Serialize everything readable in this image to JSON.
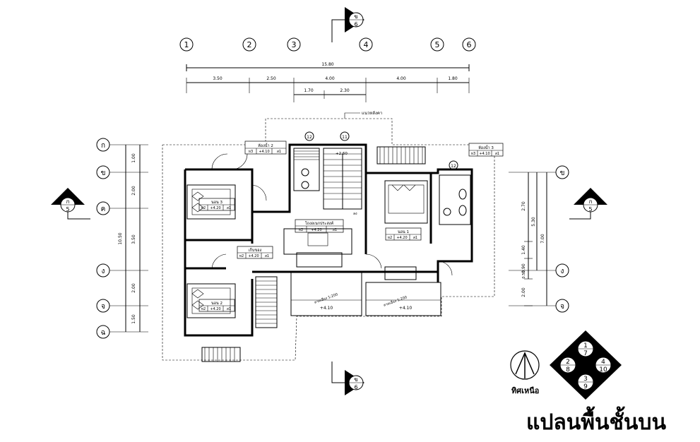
{
  "title": "แปลนพื้นชั้นบน",
  "north_label": "ทิศเหนือ",
  "grid_cols": [
    "1",
    "2",
    "3",
    "4",
    "5",
    "6"
  ],
  "grid_rows_left": [
    "ก",
    "ข",
    "ค",
    "ง",
    "จ",
    "ฉ"
  ],
  "grid_rows_right": [
    "ข",
    "ง",
    "จ"
  ],
  "dims_top": {
    "total": "15.80",
    "row2": [
      "3.50",
      "2.50",
      "4.00",
      "4.00",
      "1.80"
    ],
    "row3": [
      "1.70",
      "2.30"
    ]
  },
  "dims_left": {
    "total": "10.50",
    "parts": [
      "1.00",
      "2.00",
      "3.50",
      "2.00",
      "1.50"
    ]
  },
  "dims_right": {
    "total": "7.00",
    "a": "5.30",
    "a_parts": [
      "2.70",
      "1.40",
      "0.90"
    ],
    "b_parts": [
      "0.50",
      "2.00"
    ]
  },
  "section_markers": {
    "top": {
      "letter": "ข",
      "number": "6"
    },
    "bottom": {
      "letter": "ข",
      "number": "6"
    },
    "left": {
      "letter": "ก",
      "number": "5"
    },
    "right": {
      "letter": "ก",
      "number": "5"
    }
  },
  "roof_note": "แนวหลังคา",
  "rooms": [
    {
      "name": "ห้องน้ำ 2",
      "tags": [
        "ห3",
        "+4.10",
        "ส1"
      ]
    },
    {
      "name": "ห้องน้ำ 3",
      "tags": [
        "ห3",
        "+4.10",
        "ส1"
      ]
    },
    {
      "name": "นอน 3",
      "tags": [
        "ห2",
        "+4.20",
        "ส1"
      ]
    },
    {
      "name": "นอน 2",
      "tags": [
        "ห2",
        "+4.20",
        "ส1"
      ]
    },
    {
      "name": "นอน 1",
      "tags": [
        "ห2",
        "+4.20",
        "ส1"
      ]
    },
    {
      "name": "โถงอเนกประสงค์",
      "tags": [
        "ห2",
        "+4.20",
        "ส1"
      ]
    },
    {
      "name": "เก็บของ",
      "tags": [
        "ห2",
        "+4.20",
        "ส1"
      ]
    }
  ],
  "stair_level": "+2.60",
  "stair_dn": "ลง",
  "balcony_left": {
    "level": "+4.10",
    "slope": "ลาดเอียง 1:200"
  },
  "balcony_right": {
    "level": "+4.10",
    "slope": "ลาดเอียง 1:200"
  },
  "legend_numbers": [
    "1",
    "7",
    "2",
    "8",
    "4",
    "10",
    "3",
    "9"
  ],
  "tag_circles": [
    "12",
    "11",
    "12"
  ]
}
